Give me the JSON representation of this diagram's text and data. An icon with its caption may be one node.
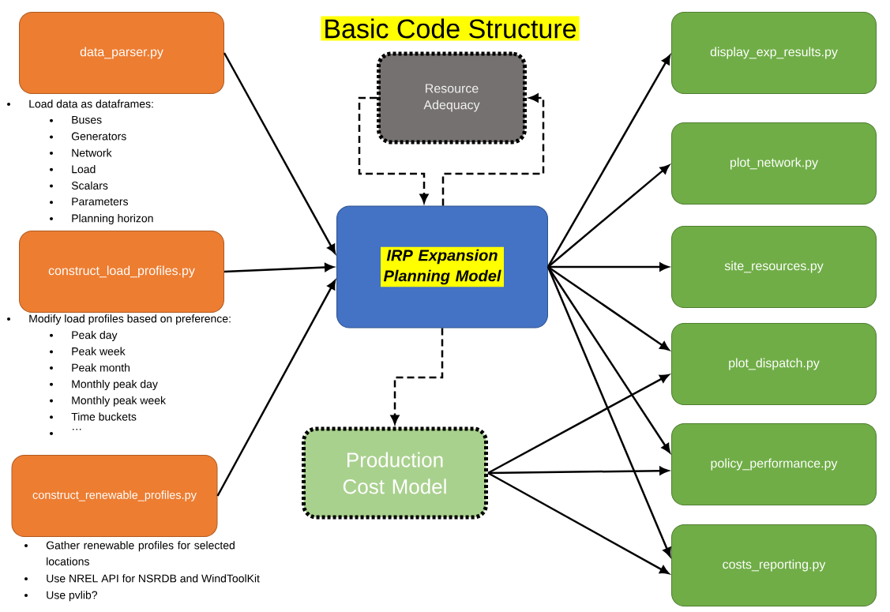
{
  "diagram": {
    "title": "Basic Code Structure",
    "nodes": [
      {
        "text": [
          "data_parser.py"
        ],
        "beside": [
          "Load data as dataframes:",
          "Buses",
          "Generators",
          "Network",
          "Load",
          "Scalars",
          "Parameters",
          "Planning horizon"
        ]
      },
      {
        "text": [
          "construct_load_profiles.py"
        ],
        "beside": [
          "Modify load profiles based on preference:",
          "Peak day",
          "Peak week",
          "Peak month",
          "Monthly peak day",
          "Monthly peak week",
          "Time buckets",
          "…"
        ]
      },
      {
        "text": [
          "construct_renewable_profiles.py"
        ],
        "beside": [
          "Gather renewable profiles for selected locations",
          "Use NREL API for NSRDB and WindToolKit",
          "Use pvlib?"
        ]
      },
      {
        "text": [
          "Resource Adequacy"
        ]
      },
      {
        "text": [
          "IRP Expansion Planning Model"
        ]
      },
      {
        "text": [
          "Production Cost Model"
        ]
      },
      {
        "text": [
          "display_exp_results.py"
        ]
      },
      {
        "text": [
          "plot_network.py"
        ]
      },
      {
        "text": [
          "site_resources.py"
        ]
      },
      {
        "text": [
          "plot_dispatch.py"
        ]
      },
      {
        "text": [
          "policy_performance.py"
        ]
      },
      {
        "text": [
          "costs_reporting.py"
        ]
      }
    ],
    "edges": [
      {
        "from": 0,
        "to": 4,
        "arrow": "to"
      },
      {
        "from": 1,
        "to": 4,
        "arrow": "to"
      },
      {
        "from": 2,
        "to": 4,
        "arrow": "to"
      },
      {
        "from": 3,
        "to": 4,
        "arrow": "to",
        "style": "dashed"
      },
      {
        "from": 4,
        "to": 3,
        "arrow": "to",
        "style": "dashed"
      },
      {
        "from": 4,
        "to": 5,
        "arrow": "to",
        "style": "dashed"
      },
      {
        "from": 4,
        "to": 6,
        "arrow": "to"
      },
      {
        "from": 4,
        "to": 7,
        "arrow": "to"
      },
      {
        "from": 4,
        "to": 8,
        "arrow": "to"
      },
      {
        "from": 4,
        "to": 9,
        "arrow": "to"
      },
      {
        "from": 4,
        "to": 10,
        "arrow": "to"
      },
      {
        "from": 4,
        "to": 11,
        "arrow": "to"
      },
      {
        "from": 5,
        "to": 9,
        "arrow": "to"
      },
      {
        "from": 5,
        "to": 10,
        "arrow": "to"
      },
      {
        "from": 5,
        "to": 11,
        "arrow": "to"
      }
    ]
  }
}
